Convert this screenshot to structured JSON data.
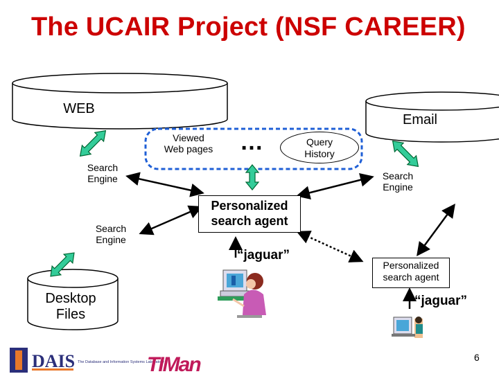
{
  "slide": {
    "title": "The UCAIR Project (NSF CAREER)",
    "page_number": "6"
  },
  "nodes": {
    "web": "WEB",
    "email": "Email",
    "viewed_pages_line1": "Viewed",
    "viewed_pages_line2": "Web pages",
    "ellipsis": "…",
    "query_history_line1": "Query",
    "query_history_line2": "History",
    "search_engine_left_line1": "Search",
    "search_engine_left_line2": "Engine",
    "search_engine_right_line1": "Search",
    "search_engine_right_line2": "Engine",
    "search_engine_bottom_line1": "Search",
    "search_engine_bottom_line2": "Engine",
    "agent_center_line1": "Personalized",
    "agent_center_line2": "search agent",
    "agent_right_line1": "Personalized",
    "agent_right_line2": "search agent",
    "query_center": "“jaguar”",
    "query_right": "“jaguar”",
    "desktop_line1": "Desktop",
    "desktop_line2": "Files"
  },
  "colors": {
    "title": "#cc0000",
    "arrow_fill": "#33cc99",
    "arrow_stroke": "#006633",
    "dashed_outline": "#1f5fd6"
  }
}
